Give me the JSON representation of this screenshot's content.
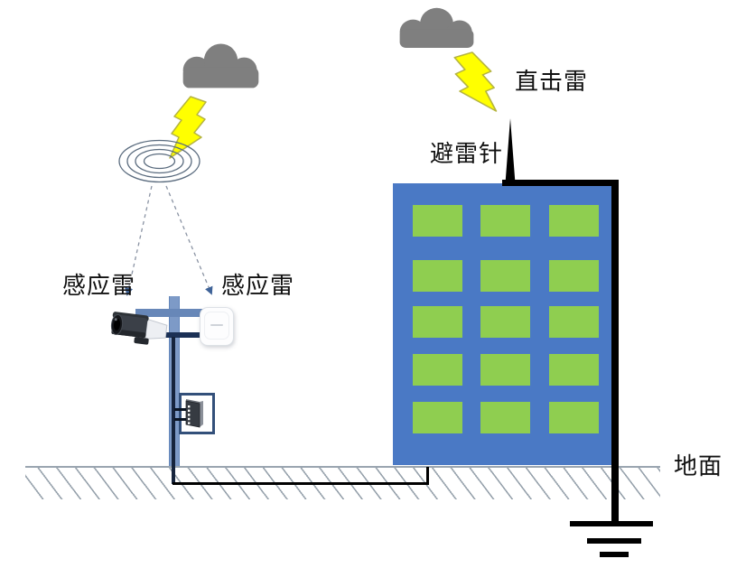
{
  "diagram": {
    "title": "lightning-protection-diagram",
    "labels": {
      "induced_left": "感应雷",
      "induced_right": "感应雷",
      "direct": "直击雷",
      "rod": "避雷针",
      "ground": "地面"
    },
    "building": {
      "window_rows": 5,
      "window_cols": 3
    },
    "colors": {
      "cloud": "#7f7f7f",
      "bolt_fill": "#ffff00",
      "bolt_stroke": "#b5b440",
      "ring": "#5a6b7e",
      "arrow_head": "#3f6398",
      "dash_line": "#8a93a3",
      "pole": "#7d9ac7",
      "crossarm": "#6787b8",
      "cable": "#1b3055",
      "conductor": "#000000",
      "building": "#4a79c5",
      "window": "#8fce50",
      "ground_line": "#9aa5b0",
      "switch_border": "#33507a",
      "text": "#111111"
    }
  }
}
